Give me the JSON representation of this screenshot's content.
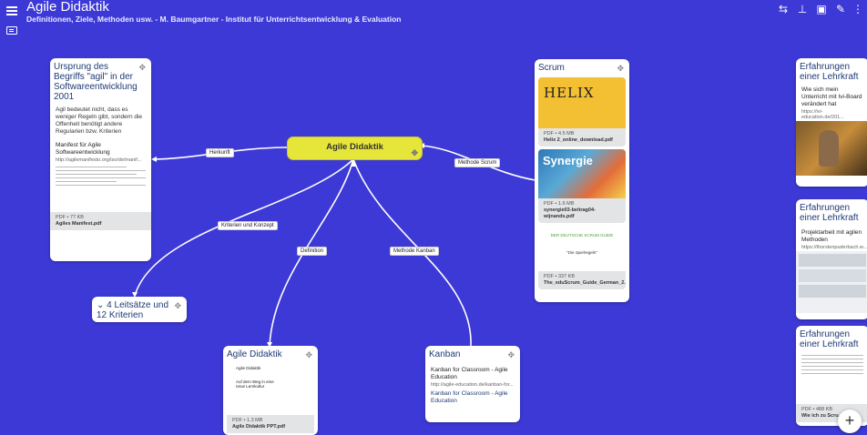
{
  "header": {
    "title": "Agile Didaktik",
    "subtitle": "Definitionen, Ziele, Methoden usw. - M. Baumgartner - Institut für Unterrichtsentwicklung & Evaluation"
  },
  "toolbar": {
    "share": "⇆",
    "pin": "⊥",
    "present": "▣",
    "edit": "✎",
    "more": "⋮"
  },
  "central": {
    "title": "Agile Didaktik",
    "pin": "✥"
  },
  "edges": {
    "herkunft": "Herkunft",
    "methode_scrum": "Methode Scrum",
    "kriterien": "Kriterien und Konzept",
    "definition": "Definition",
    "methode_kanban": "Methode Kanban"
  },
  "cards": {
    "ursprung": {
      "title": "Ursprung des Begriffs \"agil\" in der Softwareentwicklung 2001",
      "text": "Agil bedeutet nicht, dass es weniger Regeln gibt, sondern die Offenheit benötigt andere Regularien bzw. Kriterien",
      "link_title": "Manifest für Agile Softwareentwicklung",
      "link_url": "http://agilemanifesto.org/iso/de/manif...",
      "file_meta": "PDF • 77 KB",
      "file_name": "Agiles Manifest.pdf"
    },
    "scrum": {
      "title": "Scrum",
      "helix_logo": "HELIX",
      "file1_meta": "PDF • 4.5 MB",
      "file1_name": "Helix 2_online_download.pdf",
      "synergie_logo": "Synergie",
      "file2_meta": "PDF • 1.6 MB",
      "file2_name": "synergie03-beitrag04-wijnands.pdf",
      "doc_header": "DER DEUTSCHE SCRUM GUIDE",
      "doc_sub": "\"Die Spielregeln\"",
      "file3_meta": "PDF • 337 KB",
      "file3_name": "The_eduScrum_Guide_German_2.0..."
    },
    "leitsaetze": {
      "title": "4 Leitsätze und 12 Kriterien",
      "chevron": "⌄"
    },
    "agile_didaktik": {
      "title": "Agile Didaktik",
      "doc_line1": "Agile Didaktik",
      "doc_line2": "Auf dem Weg in eine neue Lernkultur",
      "file_meta": "PDF • 1.3 MB",
      "file_name": "Agile Didaktik PPT.pdf"
    },
    "kanban": {
      "title": "Kanban",
      "link_title": "Kanban for Classroom - Agile Education",
      "link_url": "http://agile-education.de/kanban-for...",
      "img_alt": "Kanban for Classroom - Agile Education"
    },
    "erfahrungen1": {
      "title": "Erfahrungen einer Lehrkraft",
      "link_title": "Wie sich mein Unterricht mit Ivi-Board verändert hat",
      "link_url": "https://ivi-education.de/201..."
    },
    "erfahrungen2": {
      "title": "Erfahrungen einer Lehrkraft",
      "link_title": "Projektarbeit mit agilen Methoden",
      "link_url": "https://thorstenpuderbach.w..."
    },
    "erfahrungen3": {
      "title": "Erfahrungen einer Lehrkraft",
      "file_meta": "PDF • 488 KB",
      "file_name": "Wie ich zu Scru..."
    }
  },
  "fab": "+",
  "colors": {
    "background": "#3d39d6",
    "central": "#e6e63a"
  }
}
